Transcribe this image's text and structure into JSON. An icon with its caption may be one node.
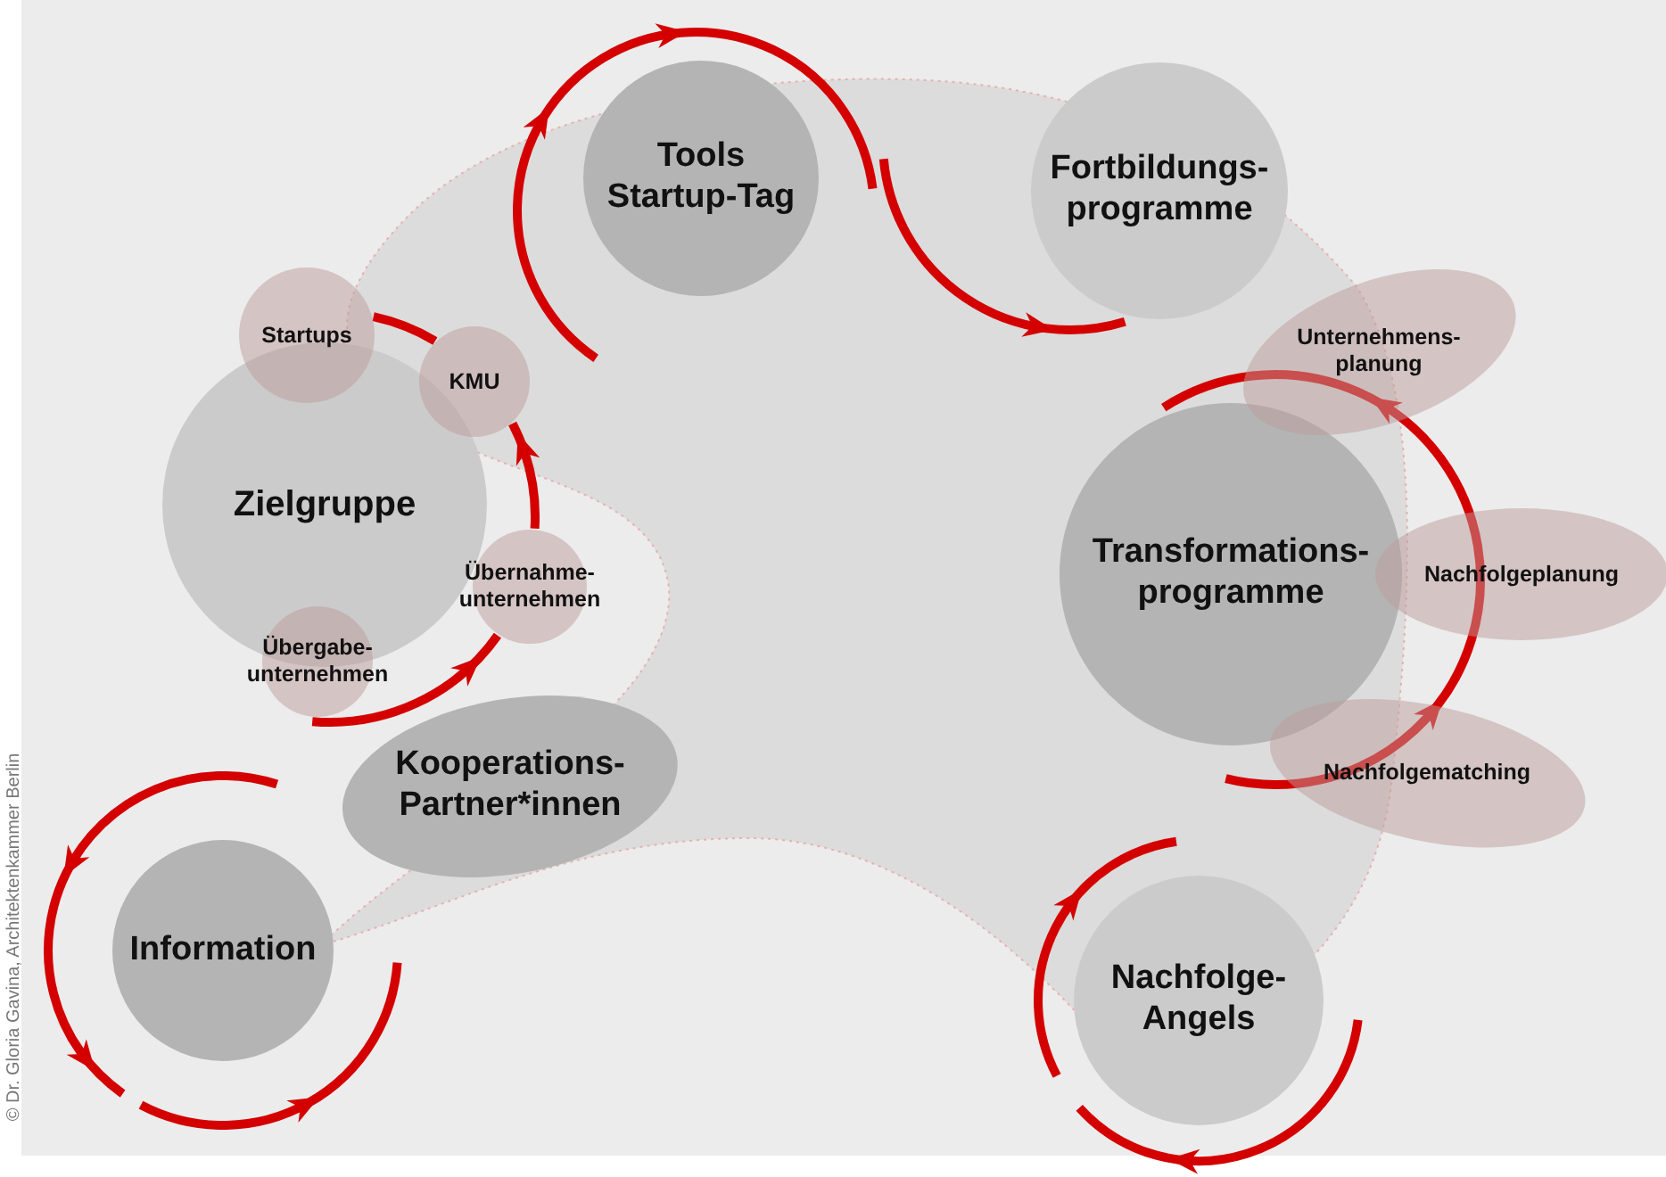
{
  "diagram": {
    "nodes": [
      {
        "text": [
          "Tools Startup-Tag"
        ]
      },
      {
        "text": [
          "Fortbildungs- programme"
        ]
      },
      {
        "text": [
          "Startups"
        ]
      },
      {
        "text": [
          "KMU"
        ]
      },
      {
        "text": [
          "Zielgruppe"
        ]
      },
      {
        "text": [
          "Übernahme- unternehmen"
        ]
      },
      {
        "text": [
          "Übergabe- unternehmen"
        ]
      },
      {
        "text": [
          "Unternehmens- planung"
        ]
      },
      {
        "text": [
          "Transformations- programme"
        ]
      },
      {
        "text": [
          "Nachfolgeplanung"
        ]
      },
      {
        "text": [
          "Kooperations- Partner*innen"
        ]
      },
      {
        "text": [
          "Nachfolgematching"
        ]
      },
      {
        "text": [
          "Information"
        ]
      },
      {
        "text": [
          "Nachfolge- Angels"
        ]
      }
    ],
    "edges": [
      {
        "from": 6,
        "to": 5,
        "arrow": "to"
      },
      {
        "from": 5,
        "to": 3,
        "arrow": "to"
      },
      {
        "from": 3,
        "to": 2,
        "arrow": "none"
      }
    ],
    "labels": [
      "© Dr. Gloria Gavina, Architektenkammer Berlin"
    ]
  }
}
